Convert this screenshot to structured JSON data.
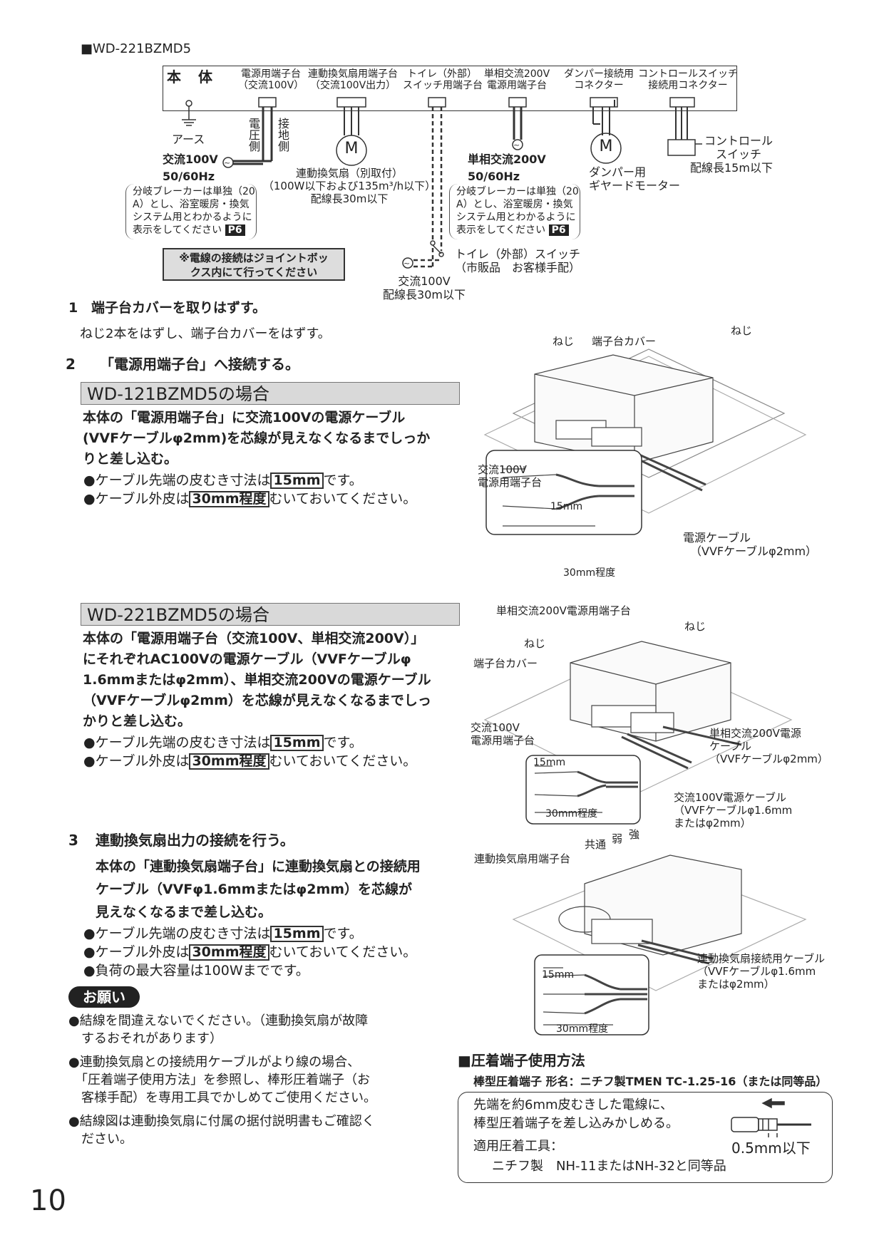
{
  "model_title": "■WD-221BZMD5",
  "diagram": {
    "main_unit": "本　体",
    "terminal_labels": [
      {
        "l1": "電源用端子台",
        "l2": "（交流100V）"
      },
      {
        "l1": "連動換気扇用端子台",
        "l2": "（交流100V出力）"
      },
      {
        "l1": "トイレ（外部）",
        "l2": "スイッチ用端子台"
      },
      {
        "l1": "単相交流200V",
        "l2": "電源用端子台"
      },
      {
        "l1": "ダンパー接続用",
        "l2": "コネクター"
      },
      {
        "l1": "コントロールスイッチ",
        "l2": "接続用コネクター"
      }
    ],
    "earth": "アース",
    "voltage_side": "電圧側",
    "ground_side": "接地側",
    "ac100": "交流100V",
    "freq1": "50/60Hz",
    "breaker_note_1": [
      "分岐ブレーカーは単独（20",
      "A）とし、浴室暖房・換気",
      "システム用とわかるように",
      "表示をしてください"
    ],
    "page_ref": "P6",
    "motor_symbol": "M",
    "fan": [
      "連動換気扇（別取付）",
      "（100W以下および135m³/h以下）",
      "配線長30m以下"
    ],
    "ac200": "単相交流200V",
    "freq2": "50/60Hz",
    "breaker_note_2": [
      "分岐ブレーカーは単独（20",
      "A）とし、浴室暖房・換気",
      "システム用とわかるように",
      "表示をしてください"
    ],
    "damper": [
      "ダンパー用",
      "ギヤードモーター"
    ],
    "control": [
      "コントロール",
      "スイッチ",
      "配線長15m以下"
    ],
    "joint_note": [
      "※電線の接続はジョイントボッ",
      "クス内にて行ってください"
    ],
    "toilet_switch": [
      "トイレ（外部）スイッチ",
      "（市販品　お客様手配）"
    ],
    "ac100_bottom": [
      "交流100V",
      "配線長30m以下"
    ]
  },
  "step1": {
    "num": "1",
    "title": "端子台カバーを取りはずす。",
    "desc": "ねじ2本をはずし、端子台カバーをはずす。"
  },
  "step2": {
    "num": "2",
    "title": "「電源用端子台」へ接続する。"
  },
  "case121": {
    "heading": "WD-121BZMD5の場合",
    "body": [
      "本体の「電源用端子台」に交流100Vの電源ケーブル",
      "(VVFケーブルφ2mm)を芯線が見えなくなるまでしっか",
      "りと差し込む。"
    ],
    "b1_pre": "●ケーブル先端の皮むき寸法は",
    "b1_box": "15mm",
    "b1_post": "です。",
    "b2_pre": "●ケーブル外皮は",
    "b2_box": "30mm程度",
    "b2_post": "むいておいてください。"
  },
  "case221": {
    "heading": "WD-221BZMD5の場合",
    "body": [
      "本体の「電源用端子台（交流100V、単相交流200V）」",
      "にそれぞれAC100Vの電源ケーブル（VVFケーブルφ",
      "1.6mmまたはφ2mm）、単相交流200Vの電源ケーブル",
      "（VVFケーブルφ2mm）を芯線が見えなくなるまでしっ",
      "かりと差し込む。"
    ],
    "b1_pre": "●ケーブル先端の皮むき寸法は",
    "b1_box": "15mm",
    "b1_post": "です。",
    "b2_pre": "●ケーブル外皮は",
    "b2_box": "30mm程度",
    "b2_post": "むいておいてください。"
  },
  "step3": {
    "num": "3",
    "title": "連動換気扇出力の接続を行う。",
    "body": [
      "本体の「連動換気扇端子台」に連動換気扇との接続用",
      "ケーブル（VVFφ1.6mmまたはφ2mm）を芯線が",
      "見えなくなるまで差し込む。"
    ],
    "b1_pre": "●ケーブル先端の皮むき寸法は",
    "b1_box": "15mm",
    "b1_post": "です。",
    "b2_pre": "●ケーブル外皮は",
    "b2_box": "30mm程度",
    "b2_post": "むいておいてください。",
    "b3": "●負荷の最大容量は100Wまでです。"
  },
  "onegai": {
    "label": "お願い",
    "items": [
      [
        "●結線を間違えないでください。（連動換気扇が故障",
        "　するおそれがあります）"
      ],
      [
        "●連動換気扇との接続用ケーブルがより線の場合、",
        "　「圧着端子使用方法」を参照し、棒形圧着端子（お",
        "　客様手配）を専用工具でかしめてご使用ください。"
      ],
      [
        "●結線図は連動換気扇に付属の据付説明書もご確認く",
        "　ださい。"
      ]
    ]
  },
  "fig1": {
    "screw_l": "ねじ",
    "cover": "端子台カバー",
    "screw_r": "ねじ",
    "terminal": [
      "交流100V",
      "電源用端子台"
    ],
    "strip": "15mm",
    "sheath": "30mm程度",
    "cable": [
      "電源ケーブル",
      "（VVFケーブルφ2mm）"
    ]
  },
  "fig2": {
    "top": "単相交流200V電源用端子台",
    "screw_r": "ねじ",
    "screw_l": "ねじ",
    "cover": "端子台カバー",
    "terminal": [
      "交流100V",
      "電源用端子台"
    ],
    "cable200": [
      "単相交流200V電源",
      "ケーブル",
      "（VVFケーブルφ2mm）"
    ],
    "strip": "15mm",
    "sheath": "30mm程度",
    "cable100": [
      "交流100V電源ケーブル",
      "（VVFケーブルφ1.6mm",
      "またはφ2mm）"
    ]
  },
  "fig3": {
    "common": "共通",
    "weak": "弱",
    "strong": "強",
    "terminal": "連動換気扇用端子台",
    "cable": [
      "連動換気扇接続用ケーブル",
      "（VVFケーブルφ1.6mm",
      "またはφ2mm）"
    ],
    "strip": "15mm",
    "sheath": "30mm程度"
  },
  "crimp": {
    "title": "■圧着端子使用方法",
    "subtitle": "棒型圧着端子 形名：ニチフ製TMEN TC-1.25-16（または同等品）",
    "l1": "先端を約6mm皮むきした電線に、",
    "l2": "棒型圧着端子を差し込みかしめる。",
    "l3": "適用圧着工具：",
    "l4": "ニチフ製　NH-11またはNH-32と同等品",
    "dim": "0.5mm以下"
  },
  "page_number": "10"
}
